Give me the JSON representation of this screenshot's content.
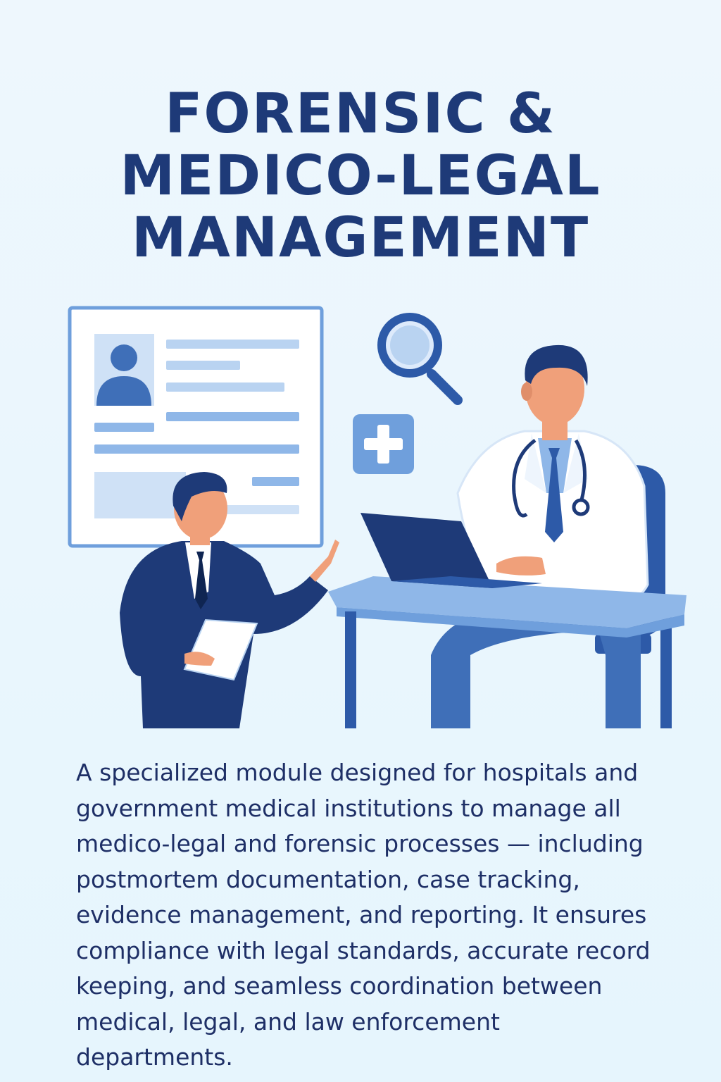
{
  "title": {
    "line1": "FORENSIC &",
    "line2": "MEDICO-LEGAL",
    "line3": "MANAGEMENT"
  },
  "description": "A specialized module designed for hospitals and government medical institutions to manage all medico-legal and forensic processes — including postmortem documentation, case tracking, evidence management, and reporting. It ensures compliance with legal standards, accurate record keeping, and seamless coordination between medical, legal, and law enforcement departments.",
  "illustration": {
    "icons": [
      "profile-card-icon",
      "magnifying-glass-icon",
      "medical-cross-icon",
      "laptop-icon",
      "stethoscope-icon"
    ],
    "colors": {
      "navy": "#1e3a78",
      "blue": "#3f6fb8",
      "light_blue": "#8fb7e8",
      "pale_blue": "#cfe1f6",
      "skin": "#f0a07a"
    }
  }
}
